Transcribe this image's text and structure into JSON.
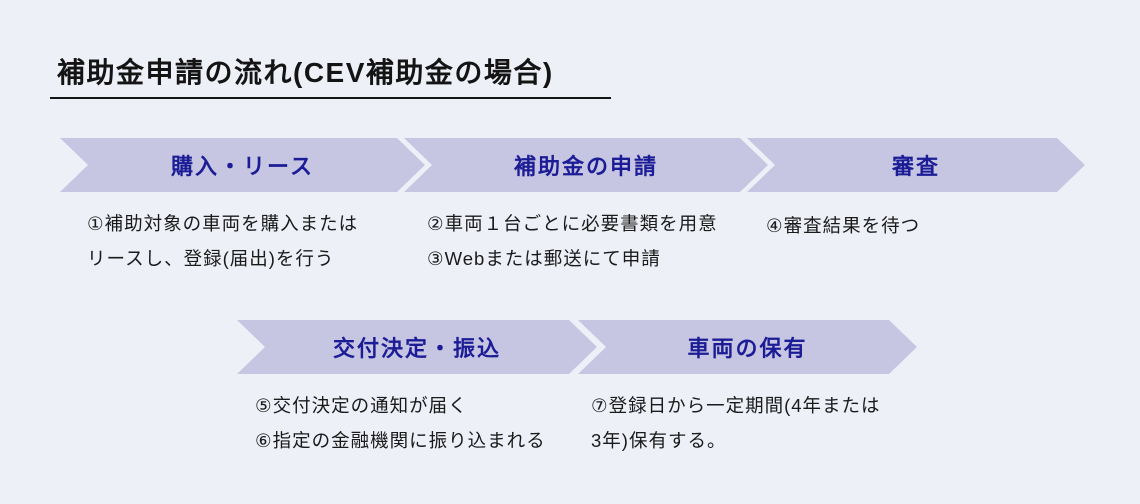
{
  "page": {
    "title": "補助金申請の流れ(CEV補助金の場合)"
  },
  "colors": {
    "background": "#eef0f8",
    "banner": "#c6c6e3",
    "banner_text": "#1c1c96",
    "text": "#1a1a1a"
  },
  "flow": {
    "rows": [
      {
        "steps": [
          {
            "label": "購入・リース",
            "notes": [
              "①補助対象の車両を購入または",
              "リースし、登録(届出)を行う"
            ]
          },
          {
            "label": "補助金の申請",
            "notes": [
              "②車両１台ごとに必要書類を用意",
              "③Webまたは郵送にて申請"
            ]
          },
          {
            "label": "審査",
            "notes": [
              "④審査結果を待つ"
            ]
          }
        ]
      },
      {
        "steps": [
          {
            "label": "交付決定・振込",
            "notes": [
              "⑤交付決定の通知が届く",
              "⑥指定の金融機関に振り込まれる"
            ]
          },
          {
            "label": "車両の保有",
            "notes": [
              "⑦登録日から一定期間(4年または",
              "3年)保有する。"
            ]
          }
        ]
      }
    ]
  }
}
